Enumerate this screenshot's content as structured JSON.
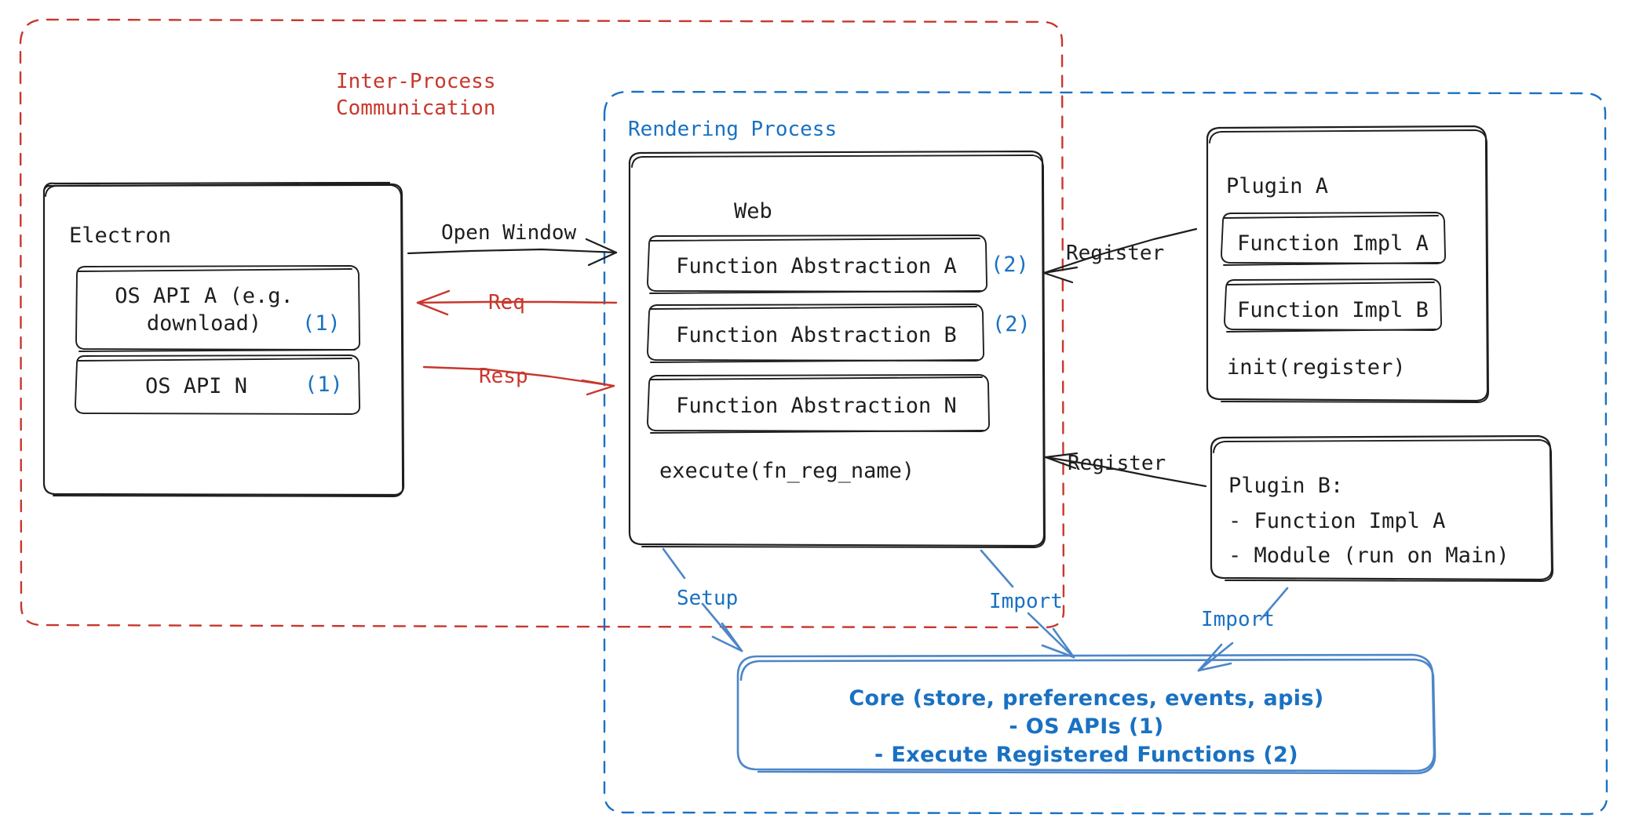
{
  "diagram": {
    "title_hidden": "",
    "colors": {
      "red": "#c8372d",
      "blue": "#1971c2",
      "dark": "#1e1e1e",
      "background": "#ffffff"
    }
  },
  "containers": {
    "ipc": {
      "label": "Inter-Process\nCommunication",
      "color": "#c8372d",
      "style": "dashed"
    },
    "rendering": {
      "label": "Rendering Process",
      "color": "#1971c2",
      "style": "dashed"
    }
  },
  "boxes": {
    "electron": {
      "title": "Electron",
      "children": [
        {
          "label": "OS API A (e.g.\ndownload)",
          "marker": "(1)"
        },
        {
          "label": "OS API N",
          "marker": "(1)"
        }
      ]
    },
    "web": {
      "title": "Web",
      "children": [
        {
          "label": "Function Abstraction A",
          "marker": "(2)"
        },
        {
          "label": "Function Abstraction B",
          "marker": "(2)"
        },
        {
          "label": "Function Abstraction N",
          "marker": ""
        }
      ],
      "footer": "execute(fn_reg_name)"
    },
    "plugin_a": {
      "title": "Plugin A",
      "children": [
        {
          "label": "Function Impl A"
        },
        {
          "label": "Function Impl B"
        }
      ],
      "footer": "init(register)"
    },
    "plugin_b": {
      "lines": [
        "Plugin B:",
        "- Function Impl A",
        "- Module (run on Main)"
      ]
    },
    "core": {
      "lines": [
        "Core (store, preferences, events, apis)",
        "- OS APIs (1)",
        "- Execute Registered Functions (2)"
      ]
    }
  },
  "arrows": [
    {
      "name": "open-window",
      "label": "Open Window",
      "color": "#1e1e1e"
    },
    {
      "name": "req",
      "label": "Req",
      "color": "#c8372d"
    },
    {
      "name": "resp",
      "label": "Resp",
      "color": "#c8372d"
    },
    {
      "name": "register-a",
      "label": "Register",
      "color": "#1e1e1e"
    },
    {
      "name": "register-b",
      "label": "Register",
      "color": "#1e1e1e"
    },
    {
      "name": "setup",
      "label": "Setup",
      "color": "#1971c2"
    },
    {
      "name": "import-web",
      "label": "Import",
      "color": "#1971c2"
    },
    {
      "name": "import-plugin",
      "label": "Import",
      "color": "#1971c2"
    }
  ]
}
